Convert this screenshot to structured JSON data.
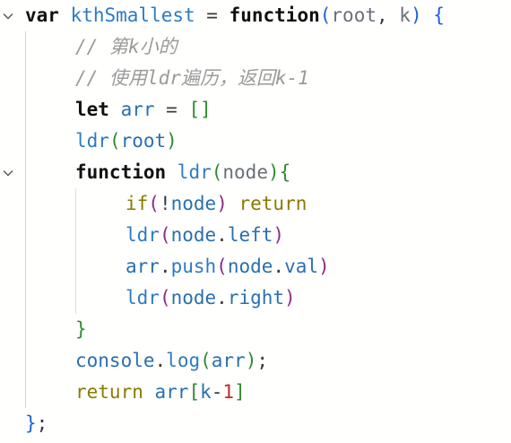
{
  "editor": {
    "fold_icon": "chevron-down-icon",
    "lines": [
      {
        "indent": 0,
        "fold": true,
        "tokens": [
          {
            "t": "var ",
            "c": "kw"
          },
          {
            "t": "kthSmallest",
            "c": "fn"
          },
          {
            "t": " = ",
            "c": "plain"
          },
          {
            "t": "function",
            "c": "kw"
          },
          {
            "t": "(",
            "c": "pb"
          },
          {
            "t": "root",
            "c": "param"
          },
          {
            "t": ", ",
            "c": "plain"
          },
          {
            "t": "k",
            "c": "param"
          },
          {
            "t": ")",
            "c": "pb"
          },
          {
            "t": " ",
            "c": "plain"
          },
          {
            "t": "{",
            "c": "pb"
          }
        ]
      },
      {
        "indent": 1,
        "fold": false,
        "tokens": [
          {
            "t": "// 第k小的",
            "c": "cm"
          }
        ]
      },
      {
        "indent": 1,
        "fold": false,
        "tokens": [
          {
            "t": "// 使用ldr遍历，返回k-1",
            "c": "cm"
          }
        ]
      },
      {
        "indent": 1,
        "fold": false,
        "tokens": [
          {
            "t": "let ",
            "c": "kw"
          },
          {
            "t": "arr",
            "c": "var"
          },
          {
            "t": " = ",
            "c": "plain"
          },
          {
            "t": "[]",
            "c": "pg"
          }
        ]
      },
      {
        "indent": 1,
        "fold": false,
        "tokens": [
          {
            "t": "ldr",
            "c": "fn"
          },
          {
            "t": "(",
            "c": "pg"
          },
          {
            "t": "root",
            "c": "var"
          },
          {
            "t": ")",
            "c": "pg"
          }
        ]
      },
      {
        "indent": 1,
        "fold": true,
        "tokens": [
          {
            "t": "function ",
            "c": "kw"
          },
          {
            "t": "ldr",
            "c": "fn"
          },
          {
            "t": "(",
            "c": "pg"
          },
          {
            "t": "node",
            "c": "param"
          },
          {
            "t": ")",
            "c": "pg"
          },
          {
            "t": "{",
            "c": "pg"
          }
        ]
      },
      {
        "indent": 2,
        "fold": false,
        "tokens": [
          {
            "t": "if",
            "c": "kw2"
          },
          {
            "t": "(",
            "c": "pp"
          },
          {
            "t": "!",
            "c": "plain"
          },
          {
            "t": "node",
            "c": "var"
          },
          {
            "t": ")",
            "c": "pp"
          },
          {
            "t": " ",
            "c": "plain"
          },
          {
            "t": "return",
            "c": "kw2"
          }
        ]
      },
      {
        "indent": 2,
        "fold": false,
        "tokens": [
          {
            "t": "ldr",
            "c": "fn"
          },
          {
            "t": "(",
            "c": "pp"
          },
          {
            "t": "node",
            "c": "var"
          },
          {
            "t": ".",
            "c": "plain"
          },
          {
            "t": "left",
            "c": "var"
          },
          {
            "t": ")",
            "c": "pp"
          }
        ]
      },
      {
        "indent": 2,
        "fold": false,
        "tokens": [
          {
            "t": "arr",
            "c": "var"
          },
          {
            "t": ".",
            "c": "plain"
          },
          {
            "t": "push",
            "c": "fn"
          },
          {
            "t": "(",
            "c": "pp"
          },
          {
            "t": "node",
            "c": "var"
          },
          {
            "t": ".",
            "c": "plain"
          },
          {
            "t": "val",
            "c": "var"
          },
          {
            "t": ")",
            "c": "pp"
          }
        ]
      },
      {
        "indent": 2,
        "fold": false,
        "tokens": [
          {
            "t": "ldr",
            "c": "fn"
          },
          {
            "t": "(",
            "c": "pp"
          },
          {
            "t": "node",
            "c": "var"
          },
          {
            "t": ".",
            "c": "plain"
          },
          {
            "t": "right",
            "c": "var"
          },
          {
            "t": ")",
            "c": "pp"
          }
        ]
      },
      {
        "indent": 1,
        "fold": false,
        "tokens": [
          {
            "t": "}",
            "c": "pg"
          }
        ]
      },
      {
        "indent": 1,
        "fold": false,
        "tokens": [
          {
            "t": "console",
            "c": "var"
          },
          {
            "t": ".",
            "c": "plain"
          },
          {
            "t": "log",
            "c": "fn"
          },
          {
            "t": "(",
            "c": "pg"
          },
          {
            "t": "arr",
            "c": "var"
          },
          {
            "t": ")",
            "c": "pg"
          },
          {
            "t": ";",
            "c": "plain"
          }
        ]
      },
      {
        "indent": 1,
        "fold": false,
        "tokens": [
          {
            "t": "return ",
            "c": "kw2"
          },
          {
            "t": "arr",
            "c": "var"
          },
          {
            "t": "[",
            "c": "pg"
          },
          {
            "t": "k",
            "c": "var"
          },
          {
            "t": "-",
            "c": "plain"
          },
          {
            "t": "1",
            "c": "num"
          },
          {
            "t": "]",
            "c": "pg"
          }
        ]
      },
      {
        "indent": 0,
        "fold": false,
        "tokens": [
          {
            "t": "}",
            "c": "pb"
          },
          {
            "t": ";",
            "c": "plain"
          }
        ]
      }
    ]
  }
}
